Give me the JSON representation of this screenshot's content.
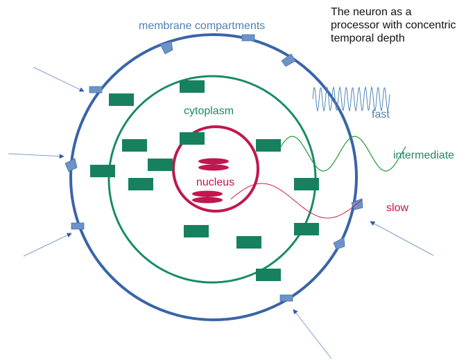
{
  "title_lines": [
    "The neuron as a",
    "processor with concentric",
    "temporal depth"
  ],
  "labels": {
    "membrane": "membrane compartments",
    "cytoplasm": "cytoplasm",
    "nucleus": "nucleus",
    "fast": "fast",
    "intermediate": "intermediate",
    "slow": "slow"
  },
  "colors": {
    "membrane": "#3a64a8",
    "membrane_label": "#4f7fb6",
    "cytoplasm": "#1a8a68",
    "organelle": "#17805f",
    "nucleus": "#c0174e",
    "marker": "#6a93c8",
    "arrow": "#7d9fcf",
    "title": "#111111"
  },
  "icons": {
    "membrane_marker": "membrane-receptor-icon",
    "organelle": "organelle-icon",
    "chromatin": "chromatin-icon",
    "input_arrow": "input-arrow-icon"
  }
}
